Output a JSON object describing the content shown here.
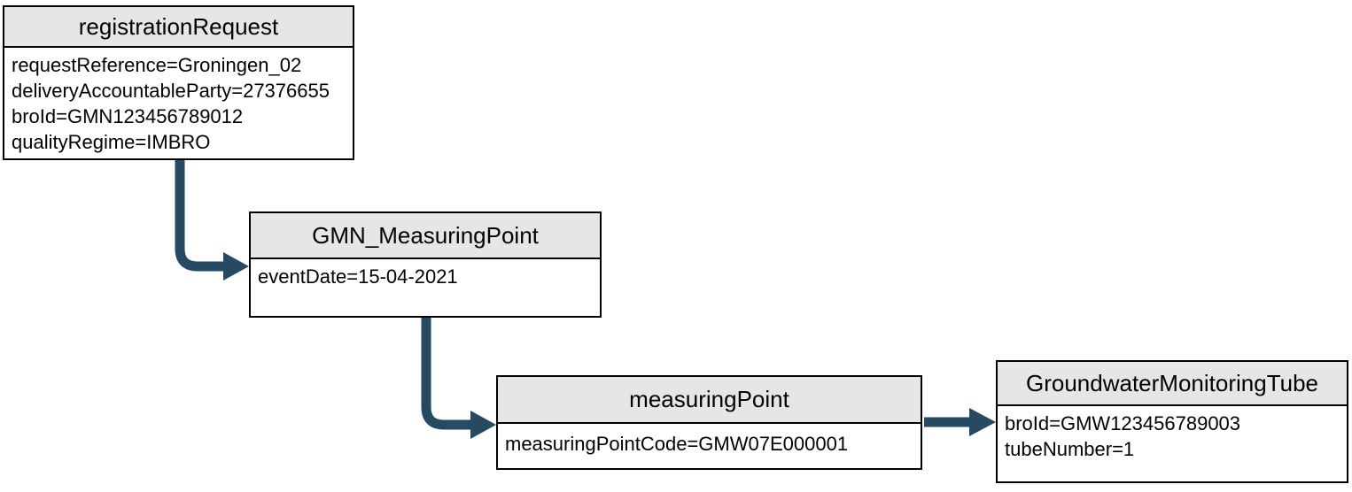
{
  "colors": {
    "arrow": "#264a61",
    "header_fill": "#e6e6e6",
    "border": "#000000",
    "text": "#000000",
    "background": "#ffffff"
  },
  "nodes": [
    {
      "title": "registrationRequest",
      "attributes": [
        "requestReference=Groningen_02",
        "deliveryAccountableParty=27376655",
        "broId=GMN123456789012",
        "qualityRegime=IMBRO"
      ]
    },
    {
      "title": "GMN_MeasuringPoint",
      "attributes": [
        "eventDate=15-04-2021"
      ]
    },
    {
      "title": "measuringPoint",
      "attributes": [
        "measuringPointCode=GMW07E000001"
      ]
    },
    {
      "title": "GroundwaterMonitoringTube",
      "attributes": [
        "broId=GMW123456789003",
        "tubeNumber=1"
      ]
    }
  ],
  "connections": [
    {
      "from": "registrationRequest",
      "to": "GMN_MeasuringPoint"
    },
    {
      "from": "GMN_MeasuringPoint",
      "to": "measuringPoint"
    },
    {
      "from": "measuringPoint",
      "to": "GroundwaterMonitoringTube"
    }
  ]
}
